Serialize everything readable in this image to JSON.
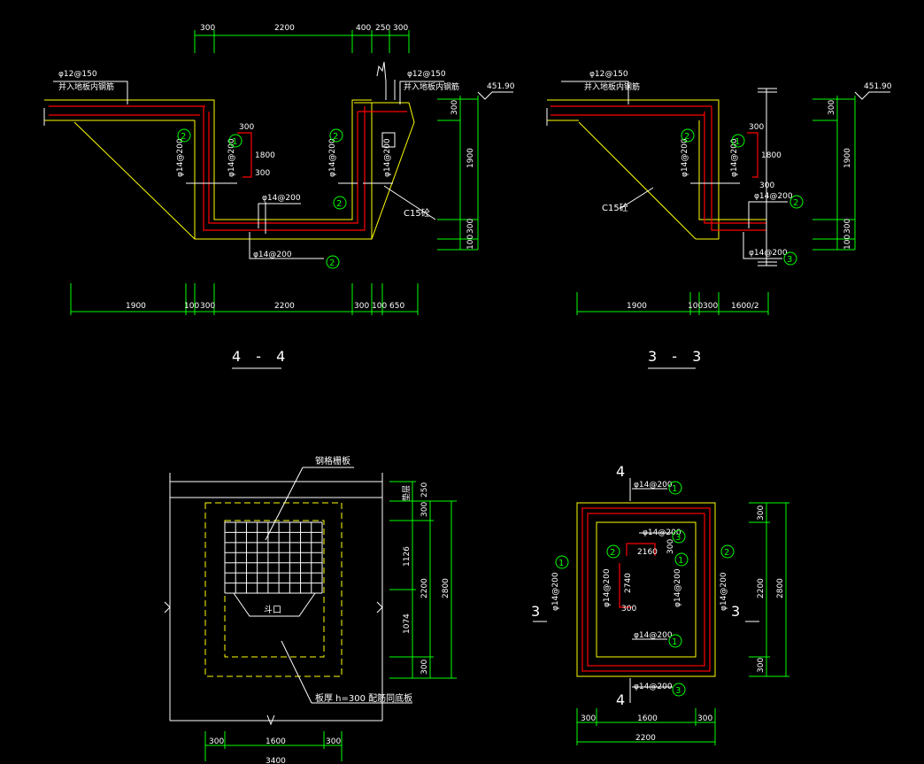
{
  "sections": {
    "s44": {
      "title": "4 - 4",
      "dims_top": [
        "300",
        "2200",
        "400",
        "250",
        "300"
      ],
      "dims_bottom": [
        "1900",
        "100",
        "300",
        "2200",
        "300",
        "100",
        "650"
      ],
      "dims_right": [
        "300",
        "1900",
        "300",
        "100"
      ],
      "elevation": "451.90",
      "slab_rebar": "φ12@150",
      "slab_note": "并入地板内钢筋",
      "slab_rebar_r": "φ12@150",
      "slab_note_r": "并入地板内钢筋",
      "wall_rebar_l": "φ14@200",
      "wall_rebar_l2": "φ14@200",
      "wall_rebar_r": "φ14@200",
      "wall_rebar_r2": "φ14@200",
      "base_rebar_top": "φ14@200",
      "base_rebar_bot": "φ14@200",
      "bar_dims": [
        "300",
        "1800",
        "300"
      ],
      "concrete": "C15砼",
      "bubbles": [
        "1",
        "2",
        "2",
        "2",
        "2"
      ]
    },
    "s33": {
      "title": "3 - 3",
      "dims_bottom": [
        "1900",
        "100",
        "300",
        "1600/2"
      ],
      "dims_right": [
        "300",
        "1900",
        "300",
        "100"
      ],
      "elevation": "451.90",
      "slab_rebar": "φ12@150",
      "slab_note": "并入地板内钢筋",
      "wall_rebar": "φ14@200",
      "wall_rebar2": "φ14@200",
      "base_rebar_top": "φ14@200",
      "base_rebar_bot": "φ14@200",
      "bar_dims": [
        "300",
        "1800",
        "300"
      ],
      "concrete": "C15砼",
      "bubbles": [
        "2",
        "1",
        "2",
        "3"
      ]
    },
    "plan": {
      "label_top": "钢格栅板",
      "label_mid": "斗口",
      "label_bot": "板厚 h=300 配筋同底板",
      "dims_bottom": [
        "300",
        "1600",
        "300",
        "3400"
      ],
      "dims_right": [
        "250",
        "300",
        "1126",
        "1074",
        "300",
        "2200",
        "2800",
        "垫层"
      ]
    },
    "pit": {
      "cut_top": "4",
      "cut_bottom": "4",
      "cut_left": "3",
      "cut_right": "3",
      "rebar_top": "φ14@200",
      "rebar_top2": "φ14@200",
      "rebar_bot": "φ14@200",
      "rebar_bot2": "φ14@200",
      "rebar_left": "φ14@200",
      "rebar_left2": "φ14@200",
      "rebar_right": "φ14@200",
      "rebar_right2": "φ14@200",
      "bar_dims": [
        "2160",
        "300",
        "2740",
        "300"
      ],
      "dims_bottom": [
        "300",
        "1600",
        "300",
        "2200"
      ],
      "dims_right": [
        "300",
        "2200",
        "300",
        "2800"
      ],
      "bubbles": [
        "1",
        "3",
        "1",
        "2",
        "2",
        "1",
        "1",
        "3"
      ]
    }
  }
}
